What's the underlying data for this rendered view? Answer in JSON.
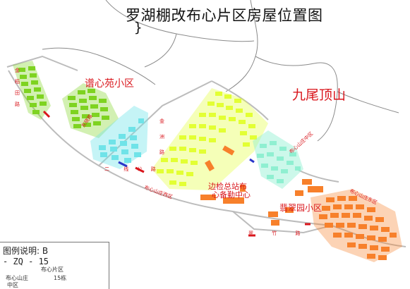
{
  "title": "罗湖棚改布心片区房屋位置图",
  "title_mark": "}",
  "places": {
    "puxinyuan": "谱心苑小区",
    "jiuweidingshan": "九尾顶山",
    "bianjian": "边检总站布",
    "bianjian_line2": "心备勤中心",
    "feicuiyuan": "翡翠园小区",
    "buxin_zhongqu": "布心山庄中区",
    "buxin_dongqu": "布心山庄东区"
  },
  "roads": {
    "jinzhou_left": [
      "金",
      "稻",
      "田",
      "路"
    ],
    "dongxiao": [
      "东",
      "晓",
      "路"
    ],
    "jinzhou": [
      "金",
      "洲",
      "路"
    ],
    "zhonggong": [
      "二",
      "线",
      "公",
      "路"
    ],
    "cuizhu": [
      "翠",
      "竹",
      "路"
    ],
    "buxin_xiqu": "布心山庄西区"
  },
  "legend": {
    "line1": "图例说明: B",
    "line2": "- ZQ - 15",
    "line3": "布心片区",
    "line4": "布心山庄",
    "line5": "15栋",
    "line6": "中区"
  },
  "colors": {
    "green": "#7ed321",
    "cyan": "#6fe3e8",
    "yellow": "#e3ff33",
    "teal": "#8fefd1",
    "orange": "#f7802b",
    "red": "#d9161c",
    "road": "#bcbcbc"
  }
}
